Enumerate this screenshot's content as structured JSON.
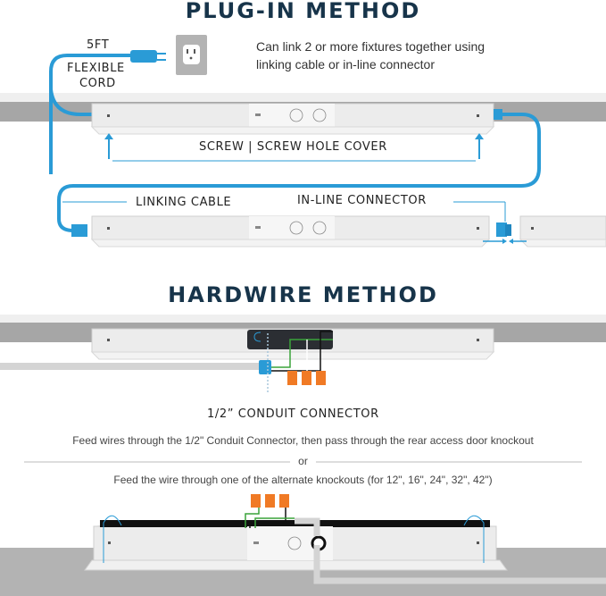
{
  "plug_in": {
    "title": "PLUG-IN METHOD",
    "cord_label_1": "5FT",
    "cord_label_2": "FLEXIBLE",
    "cord_label_3": "CORD",
    "note_line1": "Can link 2 or more fixtures together using",
    "note_line2": "linking cable  or in-line connector",
    "screw_label": "SCREW | SCREW HOLE COVER",
    "linking_cable_label": "LINKING CABLE",
    "inline_connector_label": "IN-LINE CONNECTOR"
  },
  "hardwire": {
    "title": "HARDWIRE METHOD",
    "conduit_label": "1/2” CONDUIT CONNECTOR",
    "instruction_1": "Feed wires through the 1/2\" Conduit Connector, then pass through the rear access door knockout",
    "divider_text": "or",
    "instruction_2": "Feed the wire through one of the alternate knockouts (for 12\", 16\", 24\", 32\", 42\")"
  },
  "colors": {
    "title": "#17344a",
    "cable": "#2a9bd6",
    "wall": "#a6a6a6",
    "fixture": "#ececec",
    "wire_nut": "#f07a25",
    "ground_wire": "#3aa33a"
  }
}
